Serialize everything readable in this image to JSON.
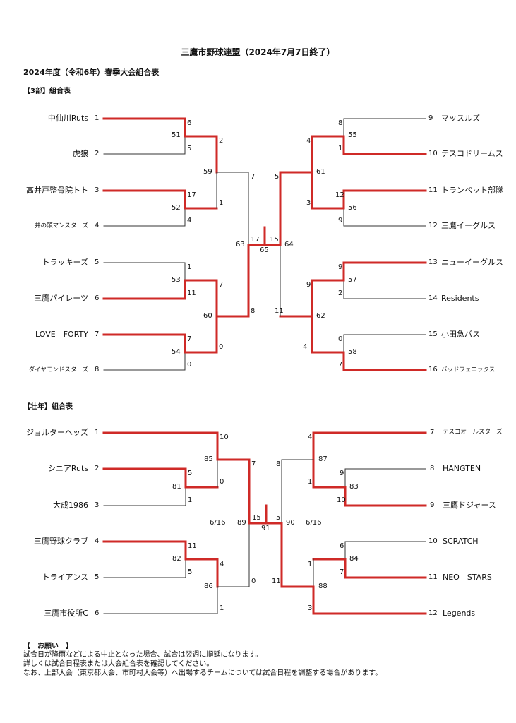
{
  "title": "三鷹市野球連盟（2024年7月7日終了）",
  "subtitle": "2024年度（令和6年）春季大会組合表",
  "div3": {
    "heading": "【3部】組合表",
    "left": [
      {
        "seed": "1",
        "name": "中仙川Ruts"
      },
      {
        "seed": "2",
        "name": "虎狼"
      },
      {
        "seed": "3",
        "name": "高井戸整骨院トト"
      },
      {
        "seed": "4",
        "name": "井の頭マンスターズ"
      },
      {
        "seed": "5",
        "name": "トラッキーズ"
      },
      {
        "seed": "6",
        "name": "三鷹パイレーツ"
      },
      {
        "seed": "7",
        "name": "LOVE　FORTY"
      },
      {
        "seed": "8",
        "name": "ダイヤモンドスターズ"
      }
    ],
    "right": [
      {
        "seed": "9",
        "name": "マッスルズ"
      },
      {
        "seed": "10",
        "name": "テスコドリームス"
      },
      {
        "seed": "11",
        "name": "トランペット部隊"
      },
      {
        "seed": "12",
        "name": "三鷹イーグルス"
      },
      {
        "seed": "13",
        "name": "ニューイーグルス"
      },
      {
        "seed": "14",
        "name": "Residents"
      },
      {
        "seed": "15",
        "name": "小田急バス"
      },
      {
        "seed": "16",
        "name": "バッドフェニックス"
      }
    ],
    "match_numbers": [
      "51",
      "52",
      "53",
      "54",
      "59",
      "60",
      "63",
      "55",
      "56",
      "57",
      "58",
      "61",
      "62",
      "64",
      "65"
    ],
    "scores": {
      "m51": [
        "6",
        "5"
      ],
      "m52": [
        "17",
        "4"
      ],
      "m53": [
        "1",
        "11"
      ],
      "m54": [
        "7",
        "0"
      ],
      "m59": [
        "2",
        "1"
      ],
      "m60": [
        "7",
        "0"
      ],
      "m63": [
        "7",
        "8"
      ],
      "m55": [
        "8",
        "1"
      ],
      "m56": [
        "12",
        "9"
      ],
      "m57": [
        "9",
        "2"
      ],
      "m58": [
        "0",
        "7"
      ],
      "m61": [
        "4",
        "3"
      ],
      "m62": [
        "9",
        "4"
      ],
      "m64": [
        "5",
        "11"
      ],
      "final": [
        "17",
        "15"
      ]
    }
  },
  "senior": {
    "heading": "【壮年】組合表",
    "left": [
      {
        "seed": "1",
        "name": "ジョルターヘッズ"
      },
      {
        "seed": "2",
        "name": "シニアRuts"
      },
      {
        "seed": "3",
        "name": "大成1986"
      },
      {
        "seed": "4",
        "name": "三鷹野球クラブ"
      },
      {
        "seed": "5",
        "name": "トライアンス"
      },
      {
        "seed": "6",
        "name": "三鷹市役所C"
      }
    ],
    "right": [
      {
        "seed": "7",
        "name": "テスコオールスターズ"
      },
      {
        "seed": "8",
        "name": "HANGTEN"
      },
      {
        "seed": "9",
        "name": "三鷹ドジャース"
      },
      {
        "seed": "10",
        "name": "SCRATCH"
      },
      {
        "seed": "11",
        "name": "NEO　STARS"
      },
      {
        "seed": "12",
        "name": "Legends"
      }
    ],
    "match_numbers": [
      "81",
      "82",
      "85",
      "86",
      "89",
      "83",
      "84",
      "87",
      "88",
      "90",
      "91"
    ],
    "scores": {
      "m81": [
        "5",
        "1"
      ],
      "m82": [
        "11",
        "5"
      ],
      "m85": [
        "10",
        "0"
      ],
      "m86": [
        "4",
        "1"
      ],
      "m89": [
        "7",
        "0"
      ],
      "m83": [
        "9",
        "10"
      ],
      "m84": [
        "6",
        "7"
      ],
      "m87": [
        "4",
        "1"
      ],
      "m88": [
        "1",
        "3"
      ],
      "m90": [
        "8",
        "11"
      ],
      "final": [
        "15",
        "5"
      ]
    },
    "dates": [
      "6/16",
      "6/16"
    ]
  },
  "notes": {
    "heading": "【　お願い　】",
    "lines": [
      "試合日が降雨などによる中止となった場合、試合は翌週に順延になります。",
      "詳しくは試合日程表または大会組合表を確認してください。",
      "なお、上部大会（東京都大会、市町村大会等）へ出場するチームについては試合日程を調整する場合があります。"
    ]
  },
  "colors": {
    "winner_line": "#cf2a27",
    "line": "#333333"
  }
}
